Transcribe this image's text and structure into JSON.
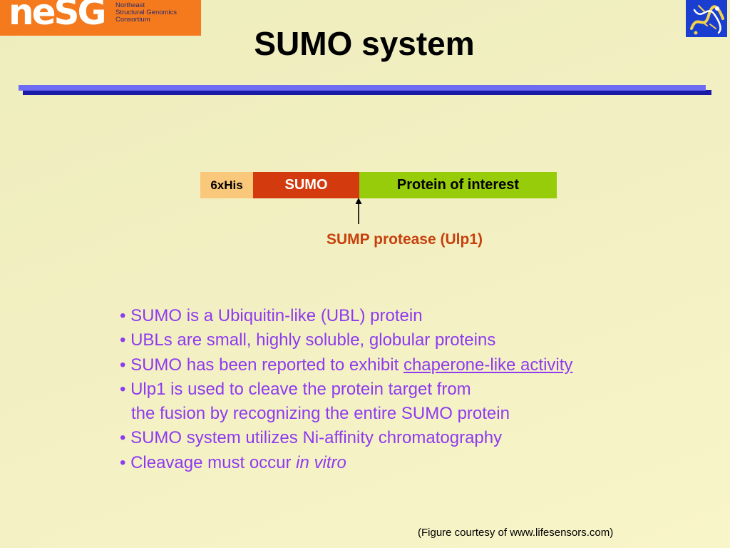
{
  "header": {
    "logo": {
      "letters": "neSG",
      "lines": [
        "Northeast",
        "Structural Genomics",
        "Consortium"
      ]
    },
    "title": "SUMO system"
  },
  "colors": {
    "logo_orange": "#f47a1d",
    "rule_blue": "#6d6cf2",
    "rule_shadow": "#1a1aa8",
    "his_tag": "#fac87a",
    "sumo": "#d33b0f",
    "protein_of_interest": "#97cc0a",
    "protease_label": "#c6400c",
    "bullet_text": "#8e3af0"
  },
  "diagram": {
    "segments": {
      "his": "6xHis",
      "sumo": "SUMO",
      "protein": "Protein of interest"
    },
    "protease_label": "SUMP protease (Ulp1)"
  },
  "bullets": [
    "• SUMO is a Ubiquitin-like (UBL) protein",
    "• UBLs are small, highly soluble, globular proteins",
    {
      "text": "• SUMO has been reported to exhibit ",
      "link": "chaperone-like activity"
    },
    "• Ulp1 is used to cleave the protein target from",
    "the fusion by recognizing the entire SUMO protein",
    "• SUMO system utilizes Ni-affinity chromatography",
    {
      "text": "• Cleavage must occur ",
      "emphasis": "in vitro"
    }
  ],
  "credit": "(Figure courtesy of www.lifesensors.com)"
}
